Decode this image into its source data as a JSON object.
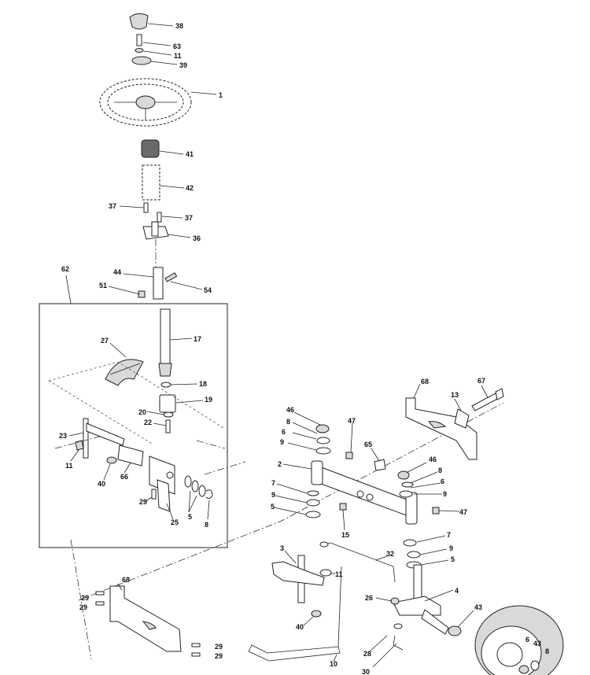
{
  "diagram": {
    "labels": [
      "38",
      "63",
      "11",
      "39",
      "1",
      "41",
      "42",
      "37",
      "37",
      "36",
      "62",
      "44",
      "54",
      "51",
      "17",
      "27",
      "18",
      "19",
      "20",
      "22",
      "23",
      "11",
      "40",
      "66",
      "29",
      "25",
      "5",
      "8",
      "68",
      "13",
      "67",
      "46",
      "8",
      "6",
      "9",
      "47",
      "65",
      "2",
      "46",
      "8",
      "6",
      "9",
      "7",
      "9",
      "5",
      "15",
      "47",
      "7",
      "9",
      "5",
      "3",
      "11",
      "32",
      "4",
      "26",
      "40",
      "43",
      "68",
      "29",
      "29",
      "29",
      "29",
      "28",
      "10",
      "30",
      "6",
      "43",
      "8"
    ]
  },
  "colors": {
    "line": "#222222",
    "shade": "#d9d9d9",
    "background": "#ffffff"
  }
}
